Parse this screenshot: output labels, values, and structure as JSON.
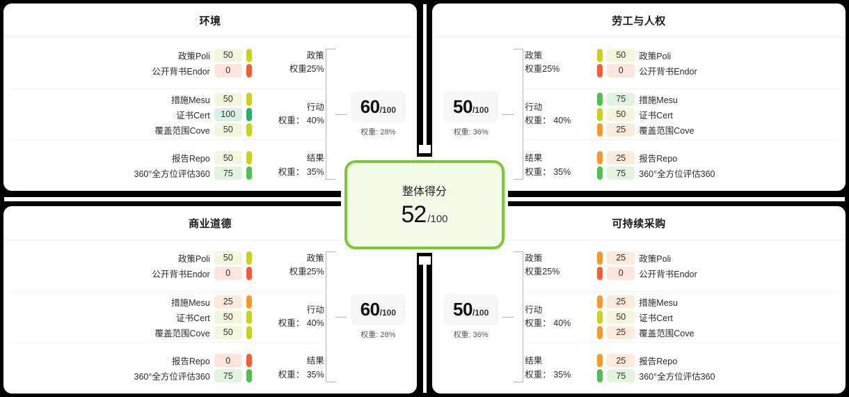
{
  "overall": {
    "label": "整体得分",
    "score": "52",
    "denominator": "/100",
    "accent_color": "#7cc832",
    "background_color": "#f2fae8"
  },
  "pillar_names": {
    "policy": "政策",
    "action": "行动",
    "result": "结果"
  },
  "weight_labels": {
    "policy": "权重25%",
    "action": "权重： 40%",
    "result": "权重： 35%"
  },
  "indicator_labels": {
    "policy": "政策Poli",
    "endorsement": "公开背书Endor",
    "measure": "措施Mesu",
    "cert": "证书Cert",
    "coverage": "覆盖范围Cove",
    "report": "报告Repo",
    "three_sixty": "360°全方位评估360"
  },
  "score_colors": {
    "0": {
      "bar": "#ff5a33",
      "chip": "#fde5de"
    },
    "25": {
      "bar": "#f99a28",
      "chip": "#fceadb"
    },
    "50": {
      "bar": "#c9d419",
      "chip": "#f3f6dc"
    },
    "75": {
      "bar": "#4fc04f",
      "chip": "#e2f4e0"
    },
    "100": {
      "bar": "#23b26b",
      "chip": "#d9f1e4"
    }
  },
  "panels": [
    {
      "id": "environment",
      "title": "环境",
      "side": "left",
      "score": "60",
      "denominator": "/100",
      "weight": "权重: 28%",
      "pillars": [
        {
          "name": "政策",
          "weight": "权重25%",
          "indicators": [
            {
              "label": "政策Poli",
              "value": "50"
            },
            {
              "label": "公开背书Endor",
              "value": "0"
            }
          ]
        },
        {
          "name": "行动",
          "weight": "权重： 40%",
          "indicators": [
            {
              "label": "措施Mesu",
              "value": "50"
            },
            {
              "label": "证书Cert",
              "value": "100"
            },
            {
              "label": "覆盖范围Cove",
              "value": "50"
            }
          ]
        },
        {
          "name": "结果",
          "weight": "权重： 35%",
          "indicators": [
            {
              "label": "报告Repo",
              "value": "50"
            },
            {
              "label": "360°全方位评估360",
              "value": "75"
            }
          ]
        }
      ]
    },
    {
      "id": "labor-human-rights",
      "title": "劳工与人权",
      "side": "right",
      "score": "50",
      "denominator": "/100",
      "weight": "权重: 36%",
      "pillars": [
        {
          "name": "政策",
          "weight": "权重25%",
          "indicators": [
            {
              "label": "政策Poli",
              "value": "50"
            },
            {
              "label": "公开背书Endor",
              "value": "0"
            }
          ]
        },
        {
          "name": "行动",
          "weight": "权重： 40%",
          "indicators": [
            {
              "label": "措施Mesu",
              "value": "75"
            },
            {
              "label": "证书Cert",
              "value": "50"
            },
            {
              "label": "覆盖范围Cove",
              "value": "25"
            }
          ]
        },
        {
          "name": "结果",
          "weight": "权重： 35%",
          "indicators": [
            {
              "label": "报告Repo",
              "value": "25"
            },
            {
              "label": "360°全方位评估360",
              "value": "75"
            }
          ]
        }
      ]
    },
    {
      "id": "business-ethics",
      "title": "商业道德",
      "side": "left",
      "score": "60",
      "denominator": "/100",
      "weight": "权重: 28%",
      "pillars": [
        {
          "name": "政策",
          "weight": "权重25%",
          "indicators": [
            {
              "label": "政策Poli",
              "value": "50"
            },
            {
              "label": "公开背书Endor",
              "value": "0"
            }
          ]
        },
        {
          "name": "行动",
          "weight": "权重： 40%",
          "indicators": [
            {
              "label": "措施Mesu",
              "value": "25"
            },
            {
              "label": "证书Cert",
              "value": "50"
            },
            {
              "label": "覆盖范围Cove",
              "value": "50"
            }
          ]
        },
        {
          "name": "结果",
          "weight": "权重： 35%",
          "indicators": [
            {
              "label": "报告Repo",
              "value": "0"
            },
            {
              "label": "360°全方位评估360",
              "value": "75"
            }
          ]
        }
      ]
    },
    {
      "id": "sustainable-procurement",
      "title": "可持续采购",
      "side": "right",
      "score": "50",
      "denominator": "/100",
      "weight": "权重: 36%",
      "pillars": [
        {
          "name": "政策",
          "weight": "权重25%",
          "indicators": [
            {
              "label": "政策Poli",
              "value": "25"
            },
            {
              "label": "公开背书Endor",
              "value": "0"
            }
          ]
        },
        {
          "name": "行动",
          "weight": "权重： 40%",
          "indicators": [
            {
              "label": "措施Mesu",
              "value": "25"
            },
            {
              "label": "证书Cert",
              "value": "50"
            },
            {
              "label": "覆盖范围Cove",
              "value": "25"
            }
          ]
        },
        {
          "name": "结果",
          "weight": "权重： 35%",
          "indicators": [
            {
              "label": "报告Repo",
              "value": "25"
            },
            {
              "label": "360°全方位评估360",
              "value": "75"
            }
          ]
        }
      ]
    }
  ]
}
